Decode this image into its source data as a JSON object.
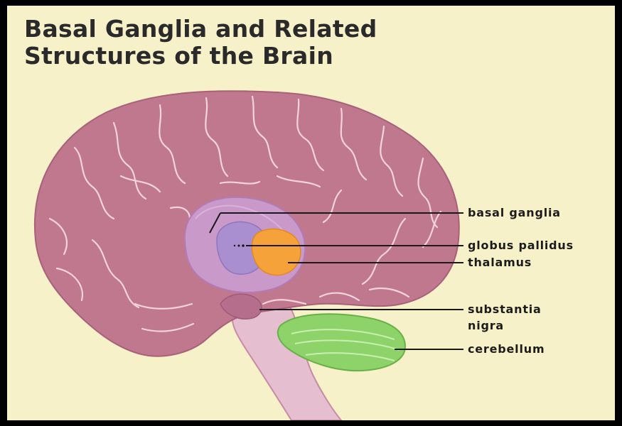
{
  "title": {
    "line1": "Basal Ganglia and Related",
    "line2": "Structures of the Brain"
  },
  "labels": {
    "basal_ganglia": "basal ganglia",
    "globus_pallidus": "globus pallidus",
    "thalamus": "thalamus",
    "substantia": "substantia",
    "nigra": "nigra",
    "cerebellum": "cerebellum"
  },
  "colors": {
    "background": "#f7f1c9",
    "border": "#000000",
    "cerebrum": "#c0788f",
    "sulci": "#f3d3dd",
    "basal_ganglia": "#c99ac9",
    "globus_pallidus": "#a98fd0",
    "thalamus": "#f6a23a",
    "cerebellum": "#8ed26a",
    "brainstem": "#e5bfd0",
    "leader_lines": "#1a1a1a"
  }
}
